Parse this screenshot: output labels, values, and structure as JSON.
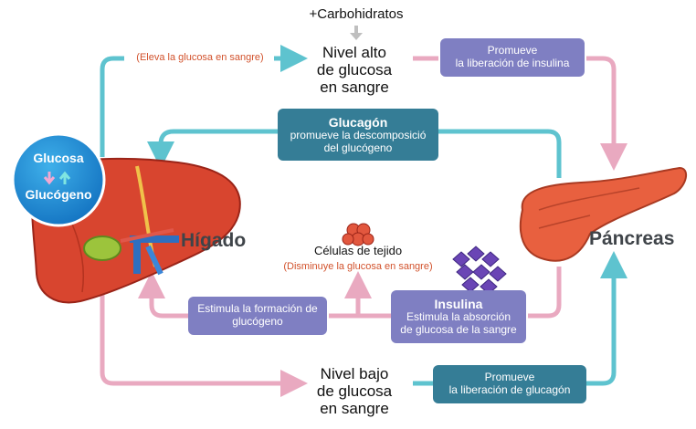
{
  "diagram": {
    "carbs_label": "+Carbohidratos",
    "high_glucose": [
      "Nivel alto",
      "de glucosa",
      "en sangre"
    ],
    "raises_note": "(Eleva la glucosa en sangre)",
    "promotes_insulin": [
      "Promueve",
      "la liberación de insulina"
    ],
    "glucagon_box": {
      "title": "Glucagón",
      "lines": [
        "promueve la descomposició",
        "del glucógeno"
      ]
    },
    "liver_badge": {
      "top": "Glucosa",
      "bottom": "Glucógeno"
    },
    "liver_label": "Hígado",
    "pancreas_label": "Páncreas",
    "tissue": {
      "title": "Células de tejido",
      "note": "(Disminuye la glucosa en sangre)"
    },
    "glycogen_formation": [
      "Estimula la formación de",
      "glucógeno"
    ],
    "insulin_box": {
      "title": "Insulina",
      "lines": [
        "Estimula la absorción",
        "de glucosa de la sangre"
      ]
    },
    "low_glucose": [
      "Nivel bajo",
      "de glucosa",
      "en sangre"
    ],
    "promotes_glucagon": [
      "Promueve",
      "la liberación de glucagón"
    ],
    "colors": {
      "teal_arrow": "#5ec3cf",
      "pink_arrow": "#e9a9c0",
      "purple_box": "#7f7fc2",
      "teal_box": "#357d96",
      "note_red": "#d2522c",
      "liver": "#d8452f",
      "pancreas": "#e8603f"
    }
  }
}
